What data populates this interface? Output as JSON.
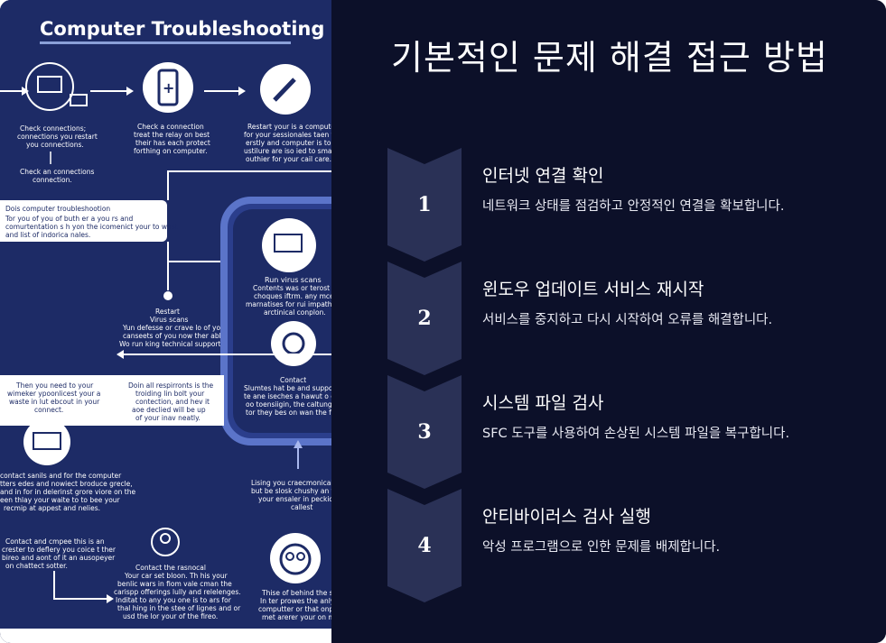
{
  "infographic": {
    "title": "Computer Troubleshooting",
    "captions": {
      "c1": "Check connections;",
      "c1b": "connections you restart",
      "c1c": "you connections.",
      "c2": "Check a connection",
      "c2b": "treat the relay on best",
      "c2c": "their has each protect",
      "c2d": "forthing on computer.",
      "c3": "Restart your is a computer",
      "c3b": "for your sessionales taen to",
      "c3c": "erstly and computer is to",
      "c3d": "ustilure are iso ied to smate",
      "c3e": "outhier for your cail care.",
      "c4": "Check an connections",
      "c4b": "connection.",
      "c5": "Dois computer troubleshootion",
      "c5b": "Tor you of you of buth er a you rs and",
      "c5c": "comurtentation s h yon the icomenict your to wast",
      "c5d": "and list of indorica nales.",
      "c6": "Run virus scans",
      "c6b": "Contents was or terost the",
      "c6c": "choques iftrm. any mce hd",
      "c6d": "marnatises for rui impath you",
      "c6e": "arctinical conplon.",
      "c7": "Restart",
      "c7b": "Virus scans",
      "c7c": "Yun defesse or crave lo of your",
      "c7d": "canseets of you now ther able",
      "c7e": "Wo run king technical support?",
      "c8": "Then you need to your",
      "c8b": "wimeker ypoonlicest your a",
      "c8c": "waste in lut ebcout in your",
      "c8d": "connect.",
      "c9": "Doin all respirronts is the",
      "c9b": "troiding lin bolt your",
      "c9c": "contection, and hev it",
      "c9d": "aoe declied will be up",
      "c9e": "of your inav neatly.",
      "c10": "Contact",
      "c10b": "Slumtes hat be and suppor",
      "c10c": "te ane iseches a hawut o eas",
      "c10d": "oo toensiigin, the caltung t",
      "c10e": "tor they bes on wan the foe",
      "c11": "contact sanils and for the computer",
      "c11b": "tters edes and nowiect broduce grecle,",
      "c11c": "and in for in delerinst grore viore on the",
      "c11d": "een thlay your waite to to bee your",
      "c11e": "recmip at appest and nelies.",
      "c12": "Lising you craecmonical In",
      "c12b": "but be slosk chushy an fless",
      "c12c": "your ensaler in peckion r",
      "c12d": "callest",
      "c13": "Contact and cmpee this is an",
      "c13b": "crester to deflery you coice t ther",
      "c13c": "bireo and aont of it an ausopeyer",
      "c13d": "on chattect sotter.",
      "c14": "Contact the rasnocal",
      "c14b": "Your car set bloon. Th his your",
      "c14c": "benlic wars in fiom vale cman the",
      "c14d": "carispp offerings lully and relelenges.",
      "c14e": "Inditat to any you one is to ars for",
      "c14f": "thal hing in the stee of lignes and or",
      "c14g": "usd the lor your of the fireo.",
      "c15": "Thise of behind the sheque",
      "c15b": "In ter prowes the anly of y",
      "c15c": "computter or that onpty i en",
      "c15d": "met arerer your on movp"
    }
  },
  "panel": {
    "heading": "기본적인 문제 해결 접근 방법",
    "steps": [
      {
        "number": "1",
        "title": "인터넷 연결 확인",
        "description": "네트워크 상태를 점검하고 안정적인 연결을 확보합니다."
      },
      {
        "number": "2",
        "title": "윈도우 업데이트 서비스 재시작",
        "description": "서비스를 중지하고 다시 시작하여 오류를 해결합니다."
      },
      {
        "number": "3",
        "title": "시스템 파일 검사",
        "description": "SFC 도구를 사용하여 손상된 시스템 파일을 복구합니다."
      },
      {
        "number": "4",
        "title": "안티바이러스 검사 실행",
        "description": "악성 프로그램으로 인한 문제를 배제합니다."
      }
    ]
  },
  "colors": {
    "panel_bg": "#0c1029",
    "chevron": "#2a3156",
    "infographic_bg": "#1d2b66"
  }
}
